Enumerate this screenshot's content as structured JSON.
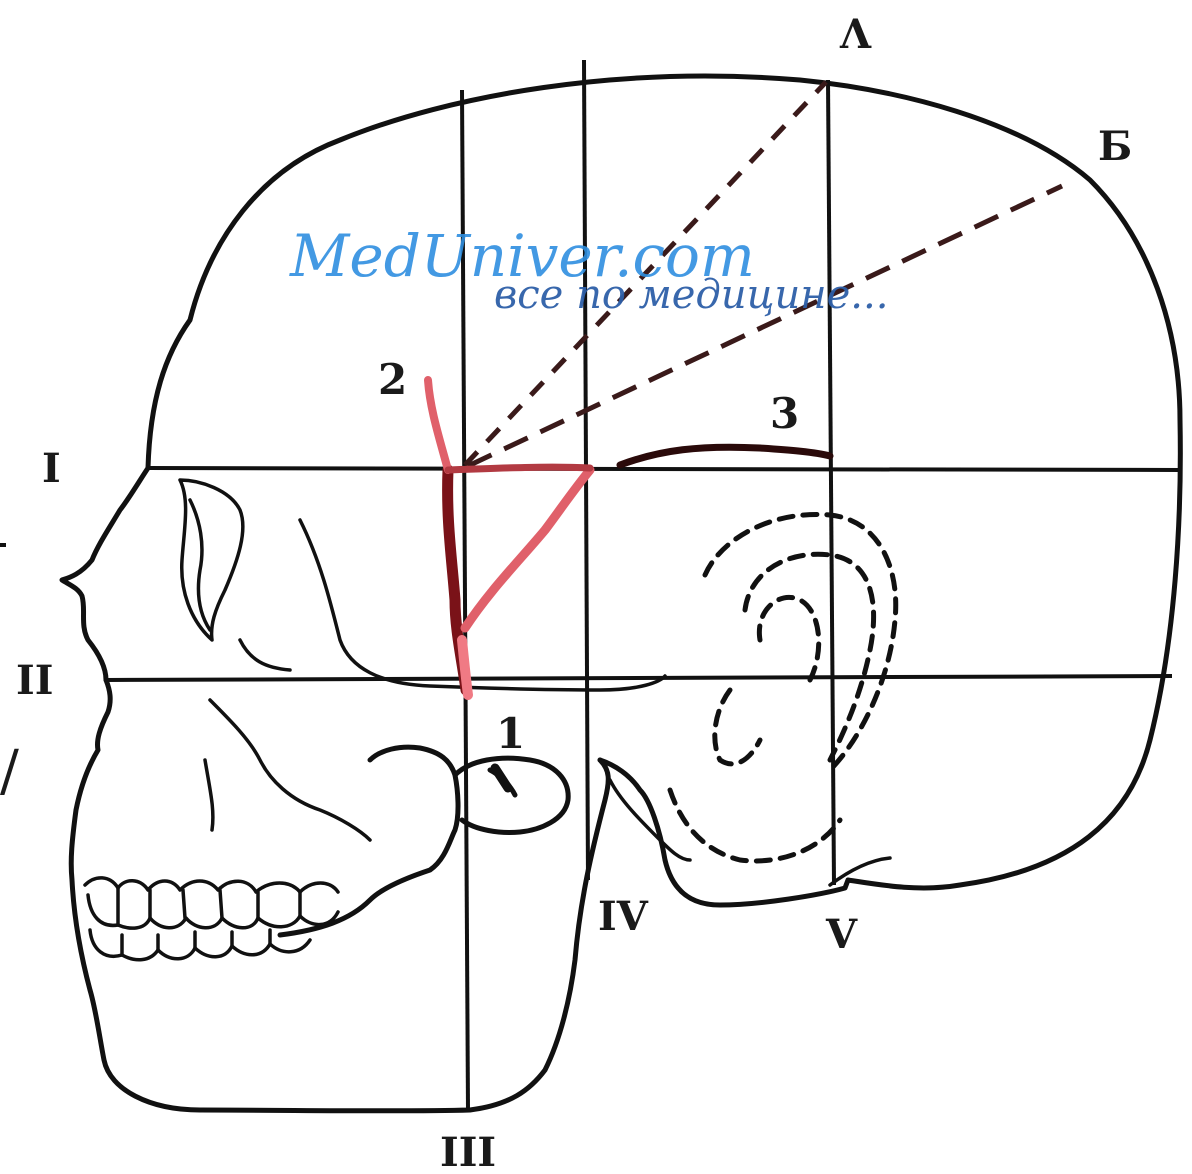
{
  "figure": {
    "line_labels": {
      "I": "I",
      "II": "II",
      "III": "III",
      "IV": "IV",
      "V": "V",
      "A": "Λ",
      "B": "Б"
    },
    "point_labels": {
      "one": "1",
      "two": "2",
      "three": "3"
    },
    "colors": {
      "outline": "#111111",
      "artery_dark": "#7a1218",
      "artery_light": "#e0606a",
      "watermark_main": "#2f8fe0",
      "watermark_sub": "#2e5fa8"
    }
  },
  "watermark": {
    "site": "MedUniver.com",
    "tagline": "все по медицине..."
  },
  "edge_marks": {
    "upper": "",
    "lower": "/"
  }
}
